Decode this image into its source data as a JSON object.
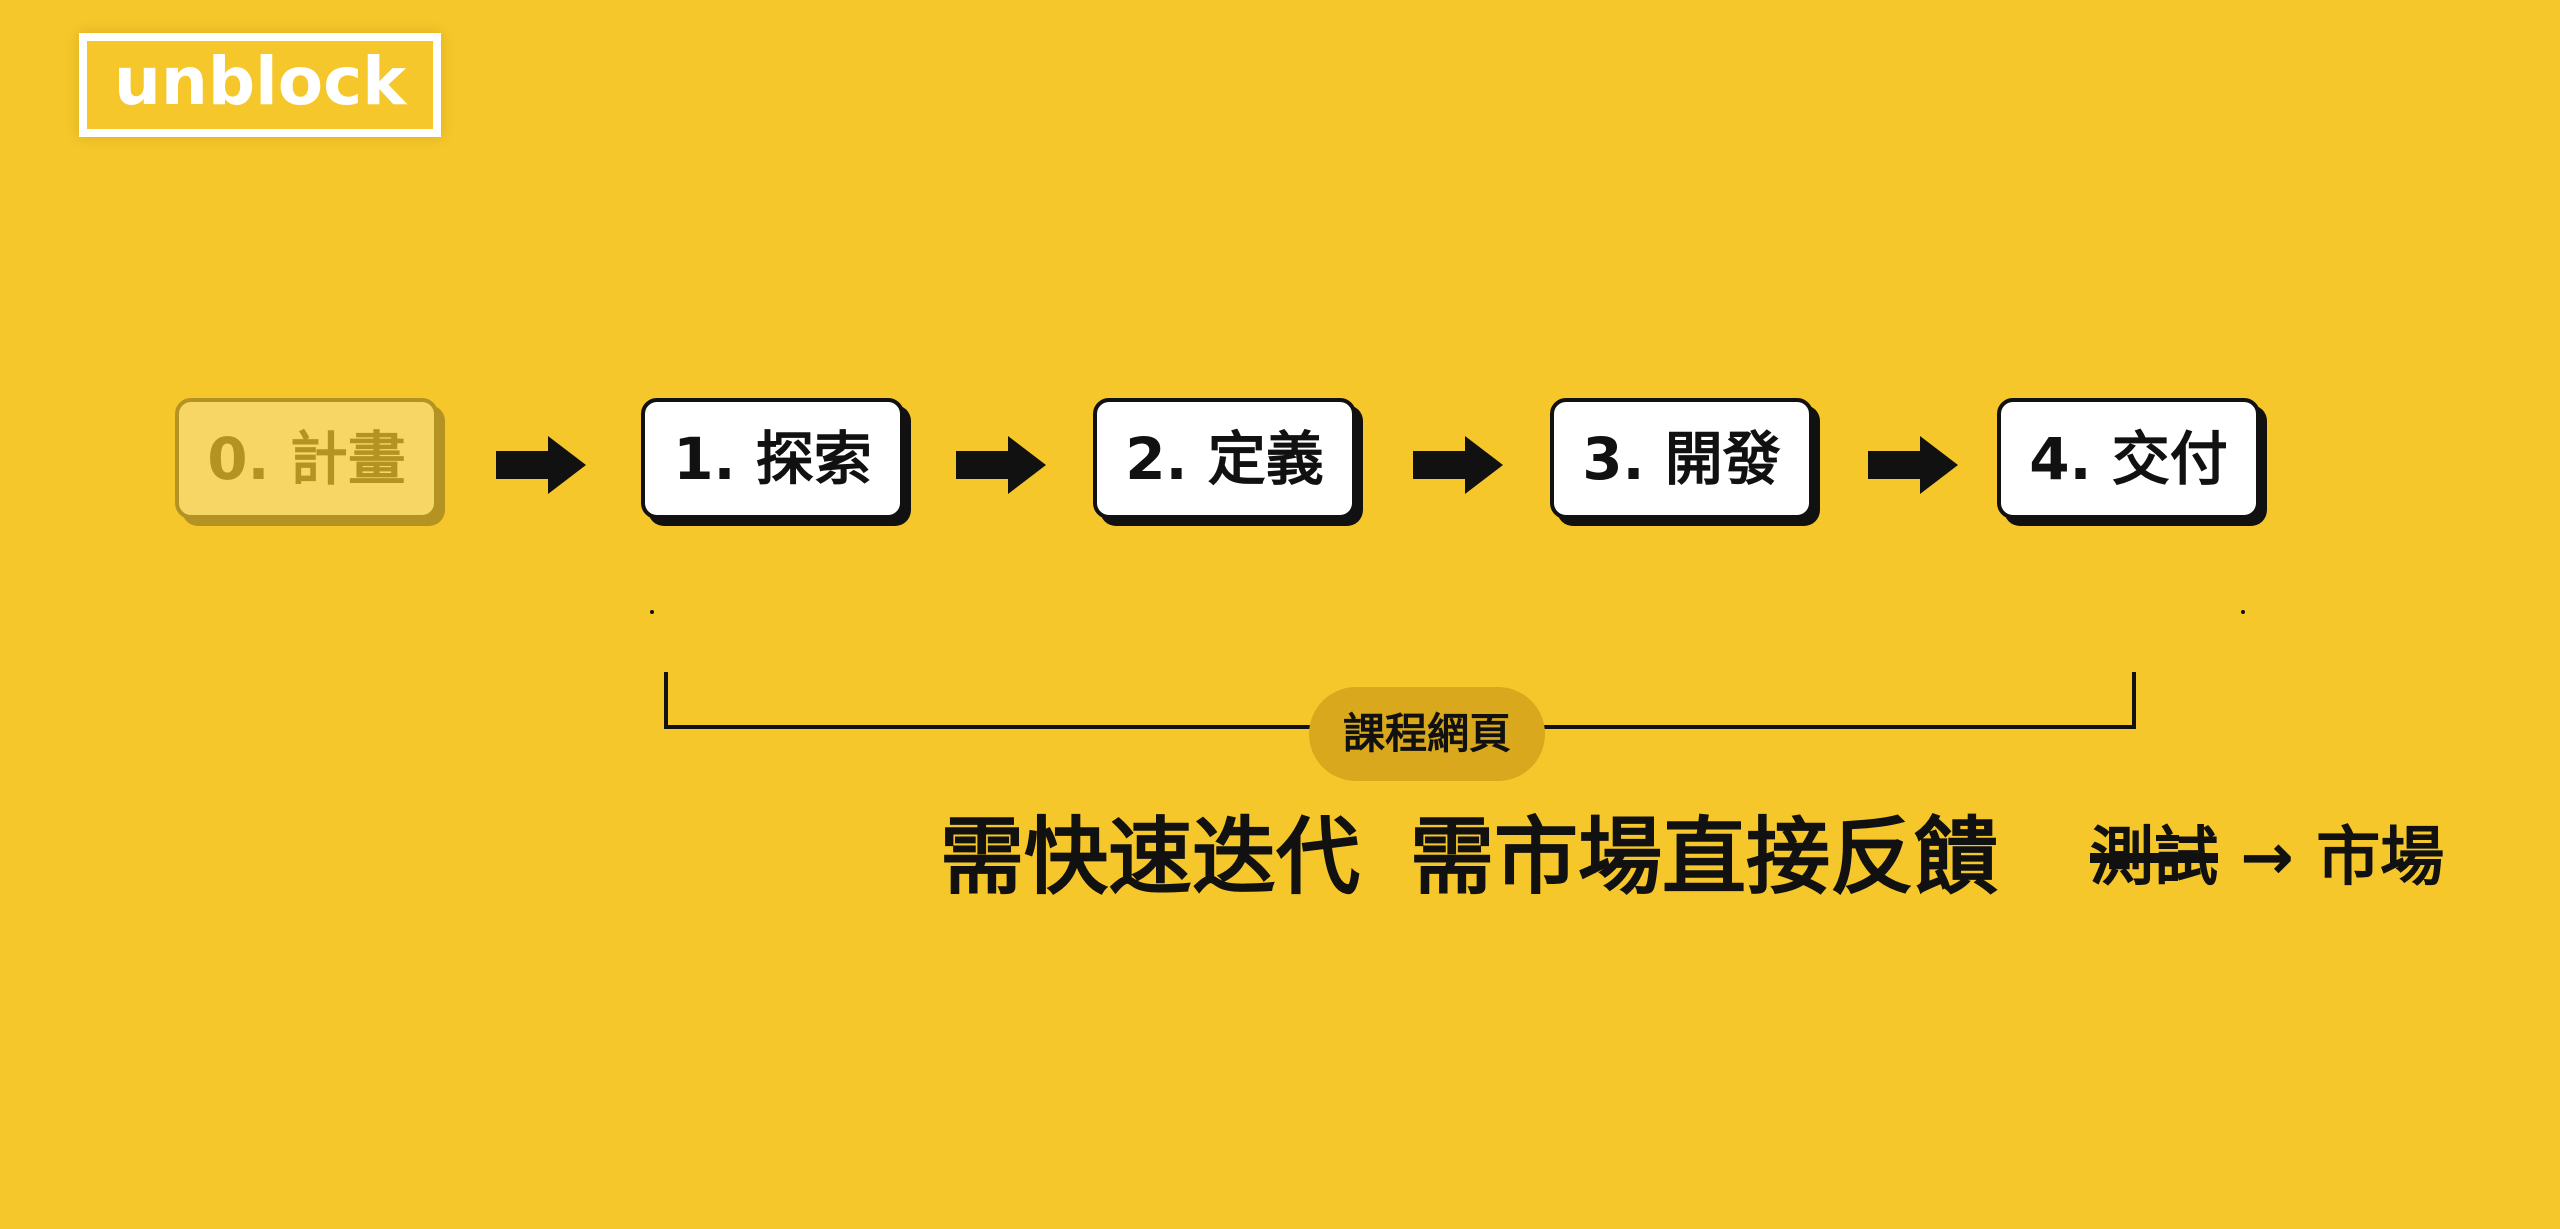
{
  "colors": {
    "background": "#F6C72A",
    "ink": "#111111",
    "box_fill": "#FFFFFF",
    "pill_fill": "#D9A81C"
  },
  "logo": {
    "text": "unblock"
  },
  "steps": [
    {
      "label": "0. 計畫",
      "state": "faded"
    },
    {
      "label": "1. 探索",
      "state": "active"
    },
    {
      "label": "2. 定義",
      "state": "active"
    },
    {
      "label": "3. 開發",
      "state": "active"
    },
    {
      "label": "4. 交付",
      "state": "active"
    }
  ],
  "arrows": [
    {
      "icon": "right-arrow-icon"
    },
    {
      "icon": "right-arrow-icon"
    },
    {
      "icon": "right-arrow-icon"
    },
    {
      "icon": "right-arrow-icon"
    }
  ],
  "bracket": {
    "label": "課程網頁"
  },
  "notes": {
    "iterate": "需快速迭代",
    "feedback": "需市場直接反饋",
    "struck": "測試",
    "arrow": "→",
    "market": "市場"
  }
}
